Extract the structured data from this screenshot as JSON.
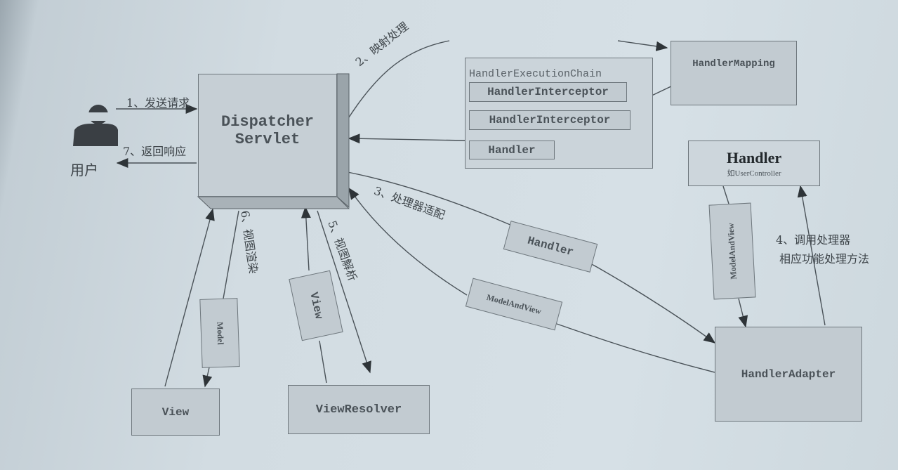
{
  "user": {
    "label": "用户"
  },
  "steps": {
    "s1": "1、发送请求",
    "s2": "2、映射处理",
    "s3": "3、处理器适配",
    "s4_line1": "4、调用处理器",
    "s4_line2": "相应功能处理方法",
    "s5": "5、视图解析",
    "s6": "6、视图渲染",
    "s7": "7、返回响应"
  },
  "dispatcher": {
    "line1": "Dispatcher",
    "line2": "Servlet"
  },
  "chain": {
    "title": "HandlerExecutionChain",
    "items": [
      "HandlerInterceptor",
      "HandlerInterceptor",
      "Handler"
    ]
  },
  "handler_mapping": "HandlerMapping",
  "handler": {
    "title": "Handler",
    "subtitle": "如UserController"
  },
  "handler_adapter": "HandlerAdapter",
  "view_resolver": "ViewResolver",
  "view": "View",
  "tags": {
    "handler": "Handler",
    "model_and_view": "ModelAndView",
    "model_and_view_vertical": "ModelAndView",
    "view": "View",
    "model": "Model"
  }
}
